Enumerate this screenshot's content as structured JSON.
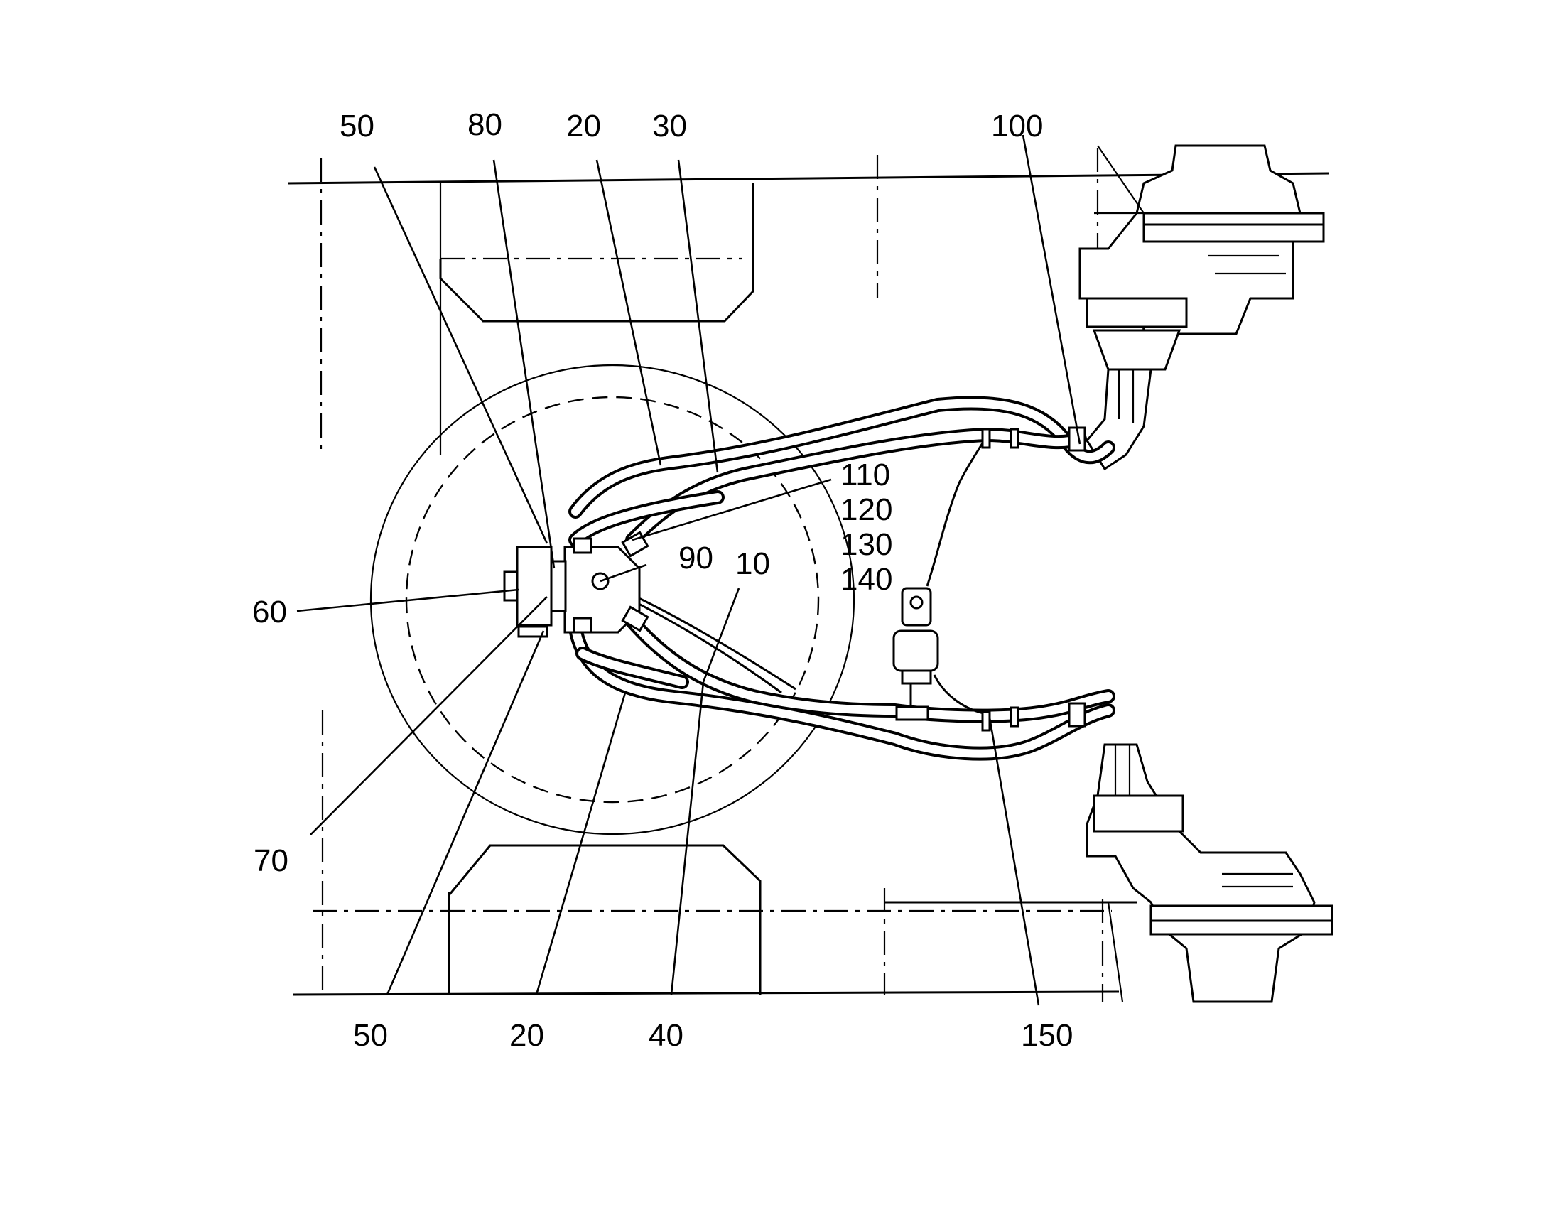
{
  "labels": {
    "l50_top": "50",
    "l80": "80",
    "l20_top": "20",
    "l30": "30",
    "l100": "100",
    "l110": "110",
    "l120": "120",
    "l130": "130",
    "l140": "140",
    "l90": "90",
    "l10": "10",
    "l60": "60",
    "l70": "70",
    "l50_bottom": "50",
    "l20_bottom": "20",
    "l40": "40",
    "l150": "150"
  }
}
